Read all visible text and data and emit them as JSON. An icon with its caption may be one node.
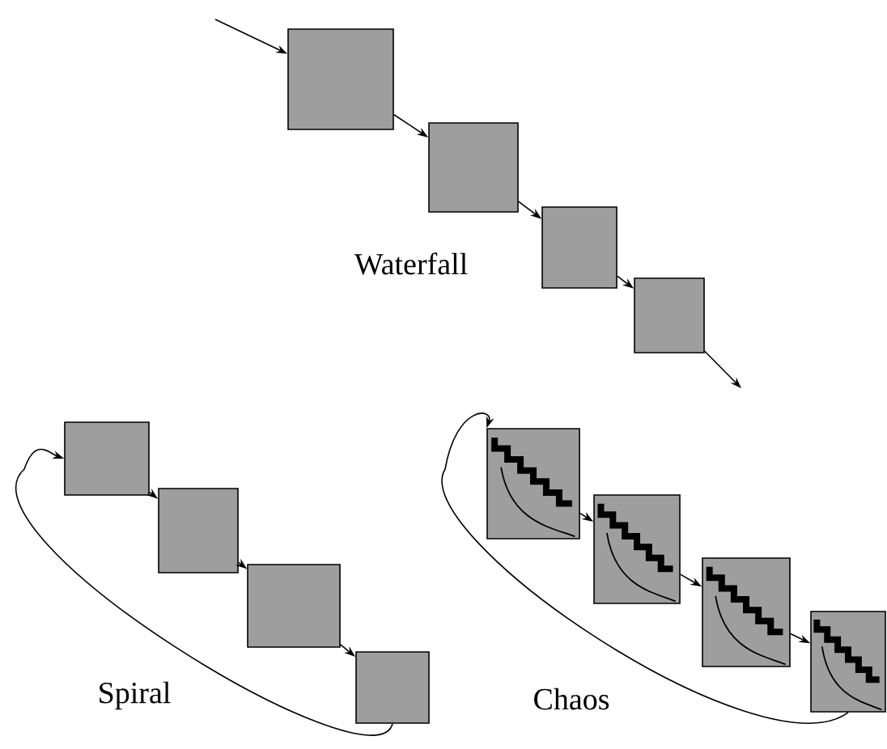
{
  "diagram": {
    "nodes": [
      {
        "text": [],
        "shape": "box"
      },
      {
        "text": [],
        "shape": "box"
      },
      {
        "text": [],
        "shape": "box"
      },
      {
        "text": [],
        "shape": "box"
      },
      {
        "text": [],
        "shape": "box"
      },
      {
        "text": [],
        "shape": "box"
      },
      {
        "text": [],
        "shape": "box"
      },
      {
        "text": [],
        "shape": "box"
      },
      {
        "text": [],
        "shape": "box"
      },
      {
        "text": [],
        "shape": "box"
      },
      {
        "text": [],
        "shape": "box"
      },
      {
        "text": [],
        "shape": "box"
      }
    ],
    "edges": [
      {
        "from": null,
        "to": 0,
        "arrow": "to"
      },
      {
        "from": 0,
        "to": 1,
        "arrow": "to"
      },
      {
        "from": 1,
        "to": 2,
        "arrow": "to"
      },
      {
        "from": 2,
        "to": 3,
        "arrow": "to"
      },
      {
        "from": 3,
        "to": null,
        "arrow": "to"
      },
      {
        "from": 4,
        "to": 5,
        "arrow": "to"
      },
      {
        "from": 5,
        "to": 6,
        "arrow": "to"
      },
      {
        "from": 6,
        "to": 7,
        "arrow": "to"
      },
      {
        "from": 7,
        "to": 4,
        "arrow": "to"
      },
      {
        "from": 8,
        "to": 9,
        "arrow": "to"
      },
      {
        "from": 9,
        "to": 10,
        "arrow": "to"
      },
      {
        "from": 10,
        "to": 11,
        "arrow": "to"
      },
      {
        "from": 11,
        "to": 8,
        "arrow": "to"
      }
    ],
    "labels": [
      "Waterfall",
      "Spiral",
      "Chaos"
    ]
  }
}
